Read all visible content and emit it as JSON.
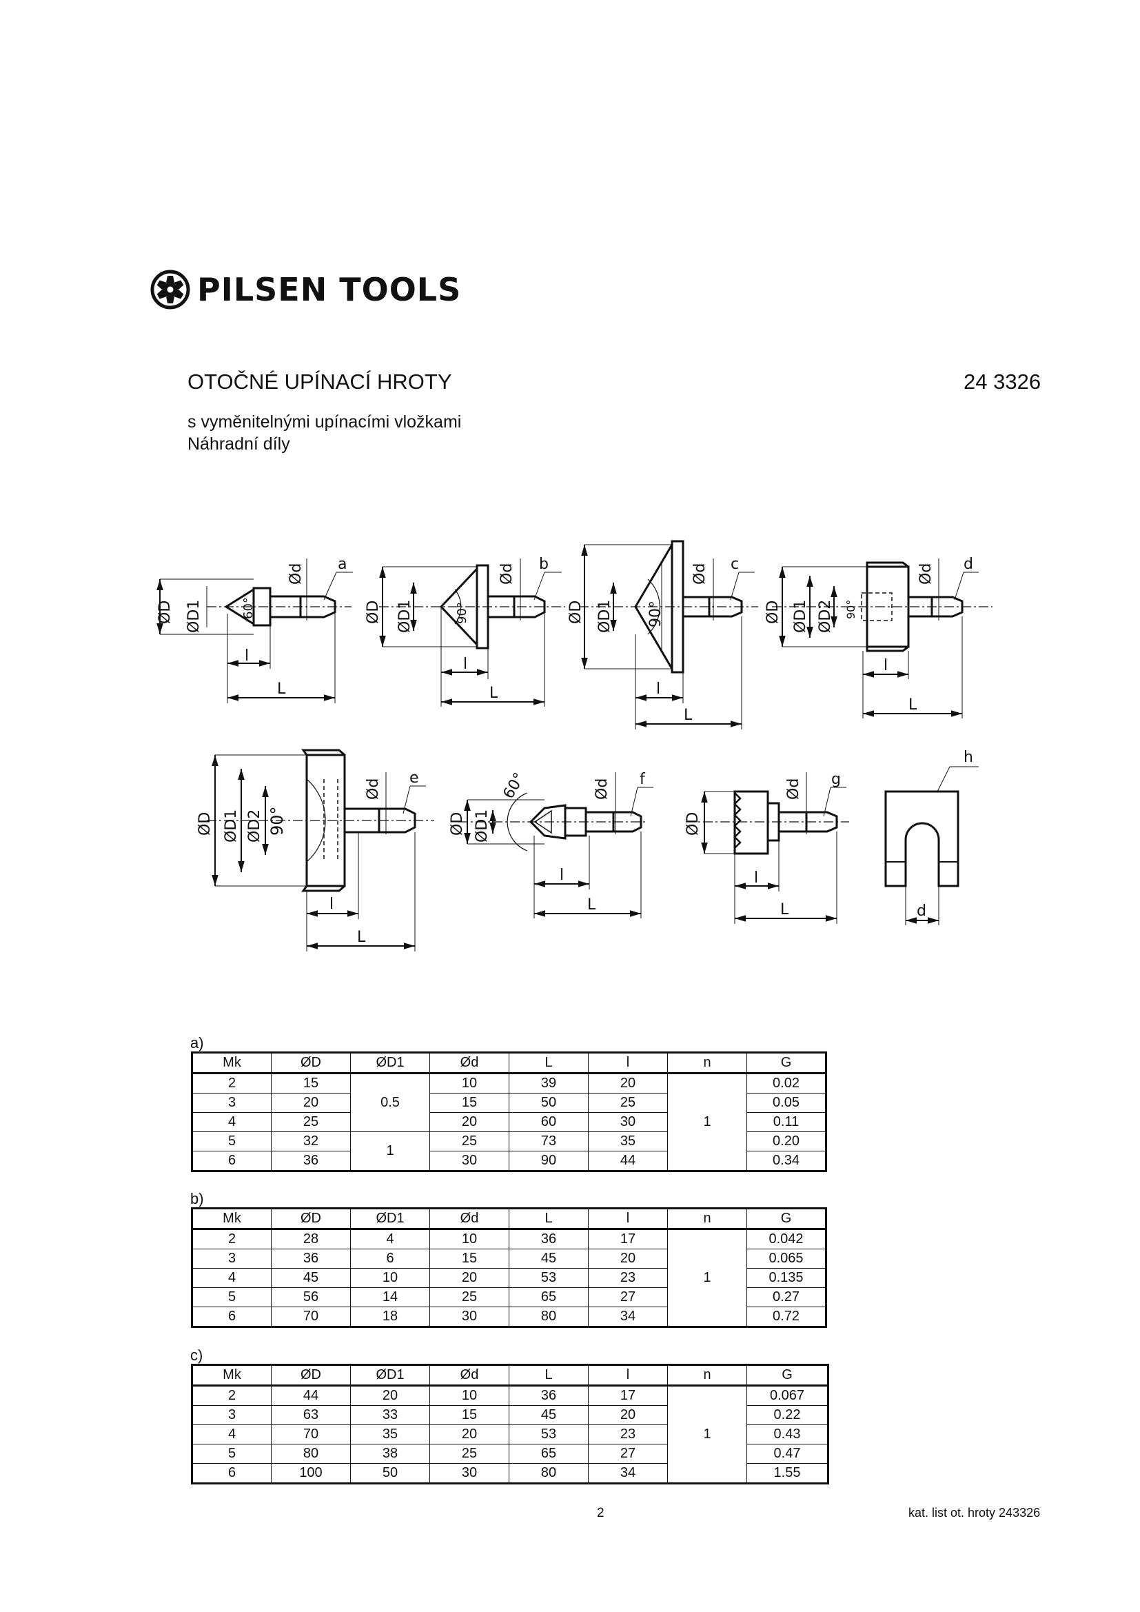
{
  "brand": {
    "name": "PILSEN TOOLS",
    "logo_icon": "gear-cutter-icon"
  },
  "header": {
    "title": "OTOČNÉ UPÍNACÍ HROTY",
    "code": "24 3326",
    "subtitle_line1": "s vyměnitelnými upínacími vložkami",
    "subtitle_line2": "Náhradní díly"
  },
  "drawings": {
    "labels": {
      "D": "ØD",
      "D1": "ØD1",
      "D2": "ØD2",
      "d": "Ød",
      "L": "L",
      "l": "l",
      "d_plain": "d",
      "a": "a",
      "b": "b",
      "c": "c",
      "dd": "d",
      "e": "e",
      "f": "f",
      "g": "g",
      "h": "h",
      "ang60": "60°",
      "ang90": "90°"
    }
  },
  "tables": [
    {
      "label": "a)",
      "columns": [
        "Mk",
        "ØD",
        "ØD1",
        "Ød",
        "L",
        "l",
        "n",
        "G"
      ],
      "rows": [
        [
          "2",
          "15",
          "10",
          "39",
          "20",
          "0.02"
        ],
        [
          "3",
          "20",
          "15",
          "50",
          "25",
          "0.05"
        ],
        [
          "4",
          "25",
          "20",
          "60",
          "30",
          "0.11"
        ],
        [
          "5",
          "32",
          "25",
          "73",
          "35",
          "0.20"
        ],
        [
          "6",
          "36",
          "30",
          "90",
          "44",
          "0.34"
        ]
      ],
      "d1_groups": [
        "0.5",
        "1"
      ],
      "n": "1"
    },
    {
      "label": "b)",
      "columns": [
        "Mk",
        "ØD",
        "ØD1",
        "Ød",
        "L",
        "l",
        "n",
        "G"
      ],
      "rows": [
        [
          "2",
          "28",
          "4",
          "10",
          "36",
          "17",
          "0.042"
        ],
        [
          "3",
          "36",
          "6",
          "15",
          "45",
          "20",
          "0.065"
        ],
        [
          "4",
          "45",
          "10",
          "20",
          "53",
          "23",
          "0.135"
        ],
        [
          "5",
          "56",
          "14",
          "25",
          "65",
          "27",
          "0.27"
        ],
        [
          "6",
          "70",
          "18",
          "30",
          "80",
          "34",
          "0.72"
        ]
      ],
      "n": "1"
    },
    {
      "label": "c)",
      "columns": [
        "Mk",
        "ØD",
        "ØD1",
        "Ød",
        "L",
        "l",
        "n",
        "G"
      ],
      "rows": [
        [
          "2",
          "44",
          "20",
          "10",
          "36",
          "17",
          "0.067"
        ],
        [
          "3",
          "63",
          "33",
          "15",
          "45",
          "20",
          "0.22"
        ],
        [
          "4",
          "70",
          "35",
          "20",
          "53",
          "23",
          "0.43"
        ],
        [
          "5",
          "80",
          "38",
          "25",
          "65",
          "27",
          "0.47"
        ],
        [
          "6",
          "100",
          "50",
          "30",
          "80",
          "34",
          "1.55"
        ]
      ],
      "n": "1"
    }
  ],
  "footer": {
    "page": "2",
    "note": "kat. list ot. hroty 243326"
  }
}
